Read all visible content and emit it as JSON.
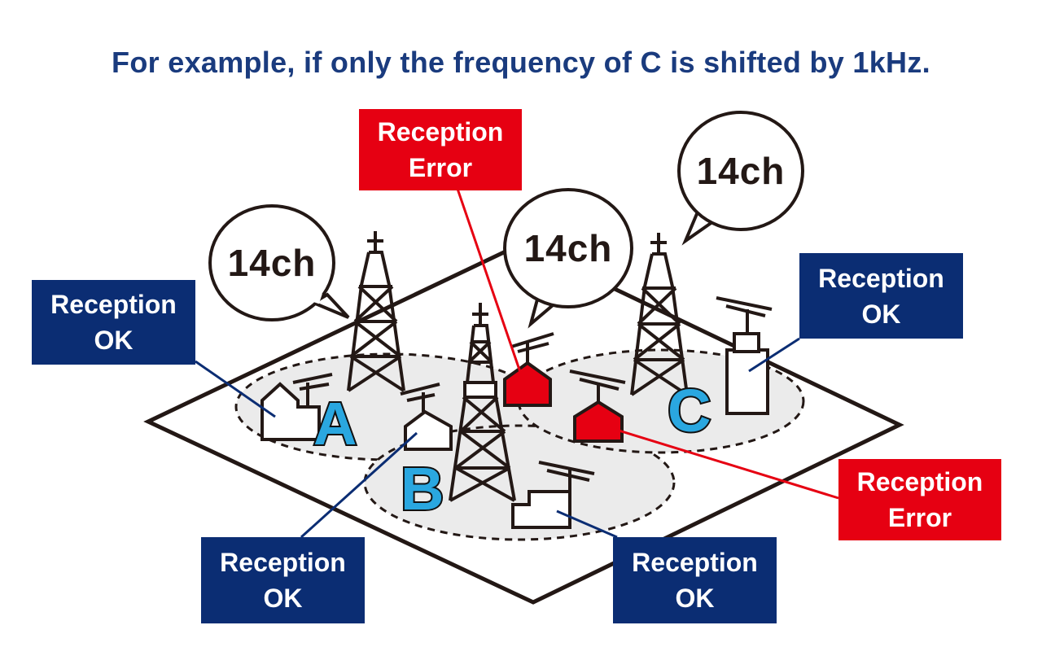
{
  "title": "For example, if only the frequency of C is shifted by 1kHz.",
  "colors": {
    "title": "#1a3b7e",
    "ok_box": "#0b2d73",
    "error_box": "#e60012",
    "station_letter": "#2aa7e0",
    "coverage_fill": "#ebebeb",
    "line": "#231815"
  },
  "bubbles": [
    {
      "text": "14ch"
    },
    {
      "text": "14ch"
    },
    {
      "text": "14ch"
    }
  ],
  "stations": [
    {
      "label": "A"
    },
    {
      "label": "B"
    },
    {
      "label": "C"
    }
  ],
  "callouts": {
    "error_top": {
      "line1": "Reception",
      "line2": "Error"
    },
    "error_right": {
      "line1": "Reception",
      "line2": "Error"
    },
    "ok_left": {
      "line1": "Reception",
      "line2": "OK"
    },
    "ok_right_top": {
      "line1": "Reception",
      "line2": "OK"
    },
    "ok_bottom_left": {
      "line1": "Reception",
      "line2": "OK"
    },
    "ok_bottom_right": {
      "line1": "Reception",
      "line2": "OK"
    }
  }
}
